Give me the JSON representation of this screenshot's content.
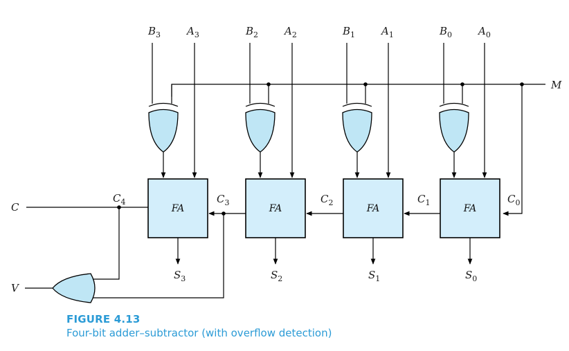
{
  "figure": {
    "title": "FIGURE 4.13",
    "description": "Four-bit adder–subtractor (with overflow detection)"
  },
  "inputs": [
    {
      "base": "B",
      "sub": "3"
    },
    {
      "base": "A",
      "sub": "3"
    },
    {
      "base": "B",
      "sub": "2"
    },
    {
      "base": "A",
      "sub": "2"
    },
    {
      "base": "B",
      "sub": "1"
    },
    {
      "base": "A",
      "sub": "1"
    },
    {
      "base": "B",
      "sub": "0"
    },
    {
      "base": "A",
      "sub": "0"
    }
  ],
  "mode_label": "M",
  "full_adder_label": "FA",
  "carries": [
    {
      "base": "C",
      "sub": "4"
    },
    {
      "base": "C",
      "sub": "3"
    },
    {
      "base": "C",
      "sub": "2"
    },
    {
      "base": "C",
      "sub": "1"
    },
    {
      "base": "C",
      "sub": "0"
    }
  ],
  "sums": [
    {
      "base": "S",
      "sub": "3"
    },
    {
      "base": "S",
      "sub": "2"
    },
    {
      "base": "S",
      "sub": "1"
    },
    {
      "base": "S",
      "sub": "0"
    }
  ],
  "carry_out_label": "C",
  "overflow_label": "V"
}
